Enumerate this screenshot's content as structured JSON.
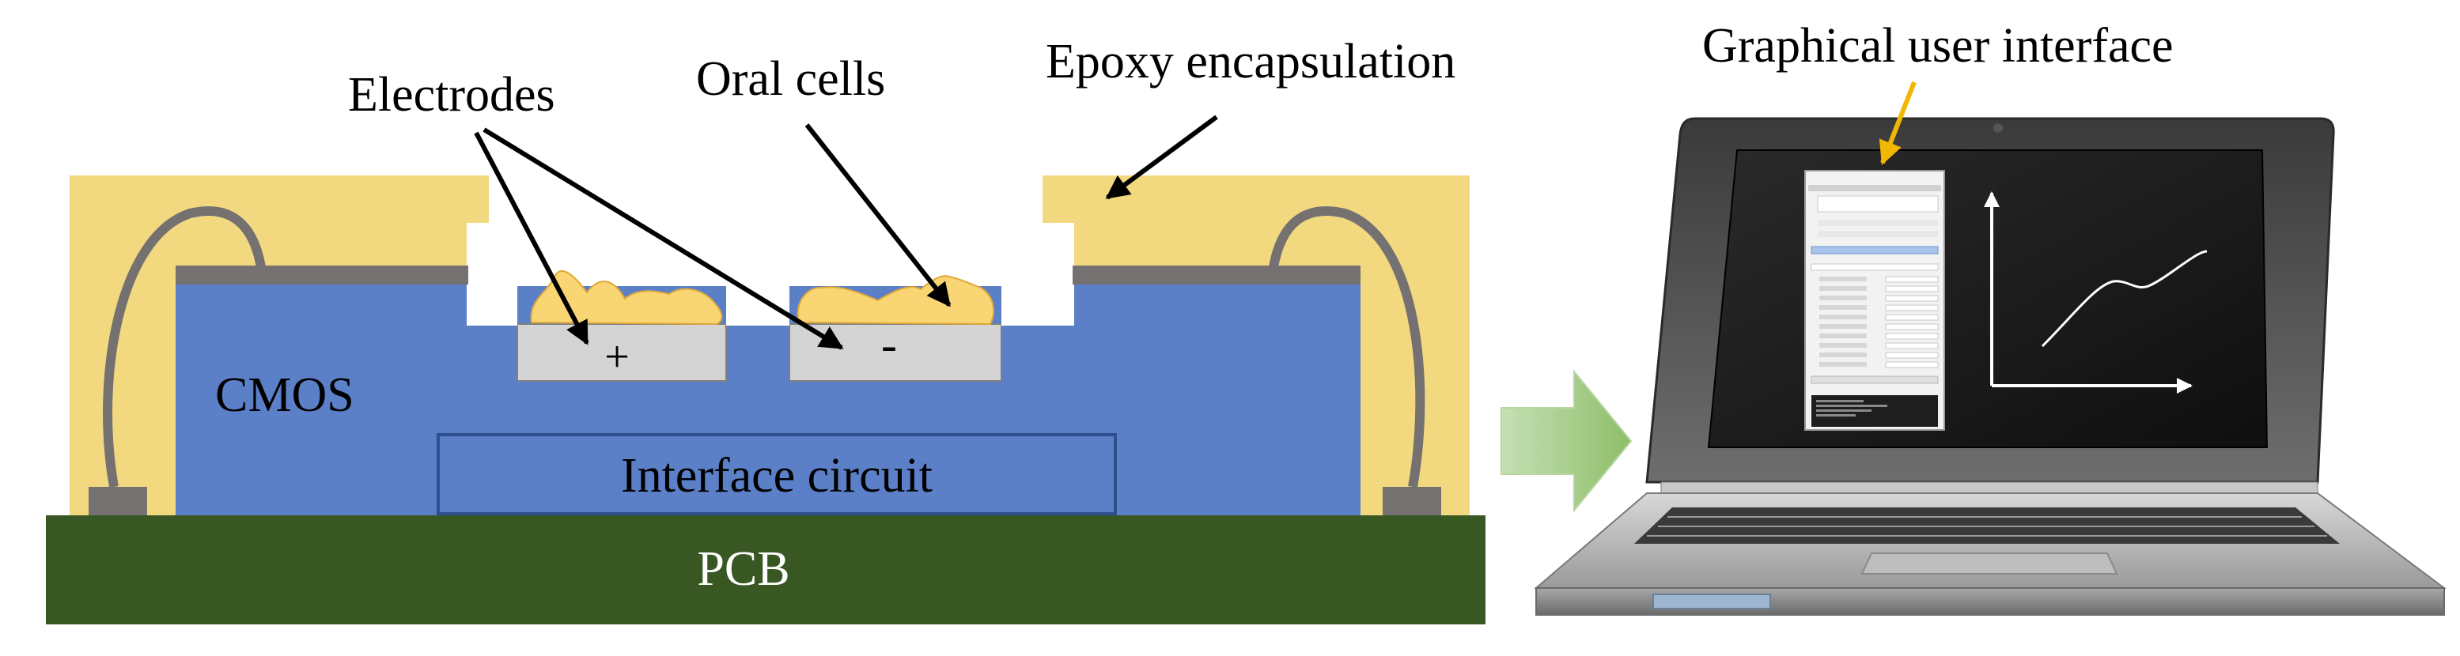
{
  "labels": {
    "electrodes": "Electrodes",
    "oral_cells": "Oral cells",
    "epoxy": "Epoxy encapsulation",
    "cmos": "CMOS",
    "interface_circuit": "Interface circuit",
    "pcb": "PCB",
    "plus": "+",
    "minus": "-",
    "gui": "Graphical user interface"
  },
  "colors": {
    "epoxy": "#f2d980",
    "cmos": "#5b80c8",
    "pcb": "#385723",
    "electrode": "#d4d4d4",
    "cells": "#fad573",
    "wire": "#757171",
    "gui_arrow": "#f2b705",
    "flow_arrow": "#9ccc7c",
    "laptop_body": "#8a8a8a",
    "screen": "#1a1a1a"
  }
}
